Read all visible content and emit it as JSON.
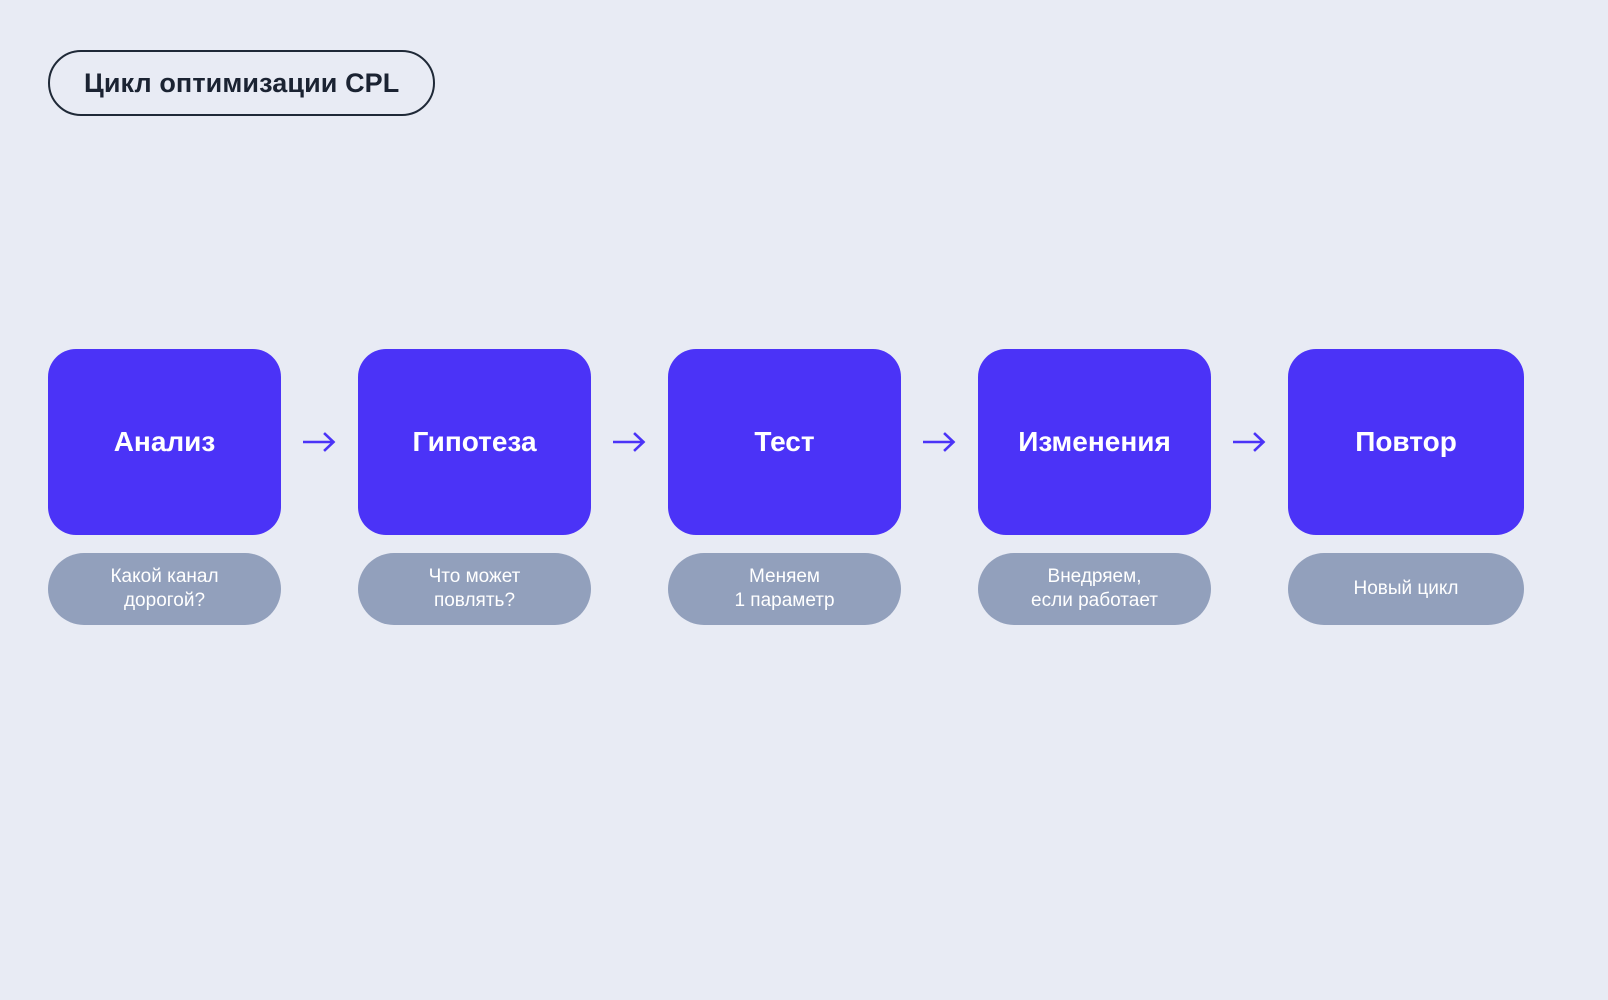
{
  "background_color": "#e8ebf4",
  "colors": {
    "card": "#4b33f7",
    "caption_pill": "#92a0bc",
    "title_border": "#1f2937",
    "title_text": "#1b2332",
    "arrow": "#4b33f7",
    "card_text": "#ffffff"
  },
  "title": {
    "label": "Цикл оптимизации CPL"
  },
  "arrow": {
    "glyph": "→",
    "name": "arrow-right-icon"
  },
  "steps": [
    {
      "label": "Анализ",
      "caption": "Какой канал\nдорогой?"
    },
    {
      "label": "Гипотеза",
      "caption": "Что может\nповлять?"
    },
    {
      "label": "Тест",
      "caption": "Меняем\n1 параметр"
    },
    {
      "label": "Изменения",
      "caption": "Внедряем,\nесли работает"
    },
    {
      "label": "Повтор",
      "caption": "Новый цикл"
    }
  ]
}
